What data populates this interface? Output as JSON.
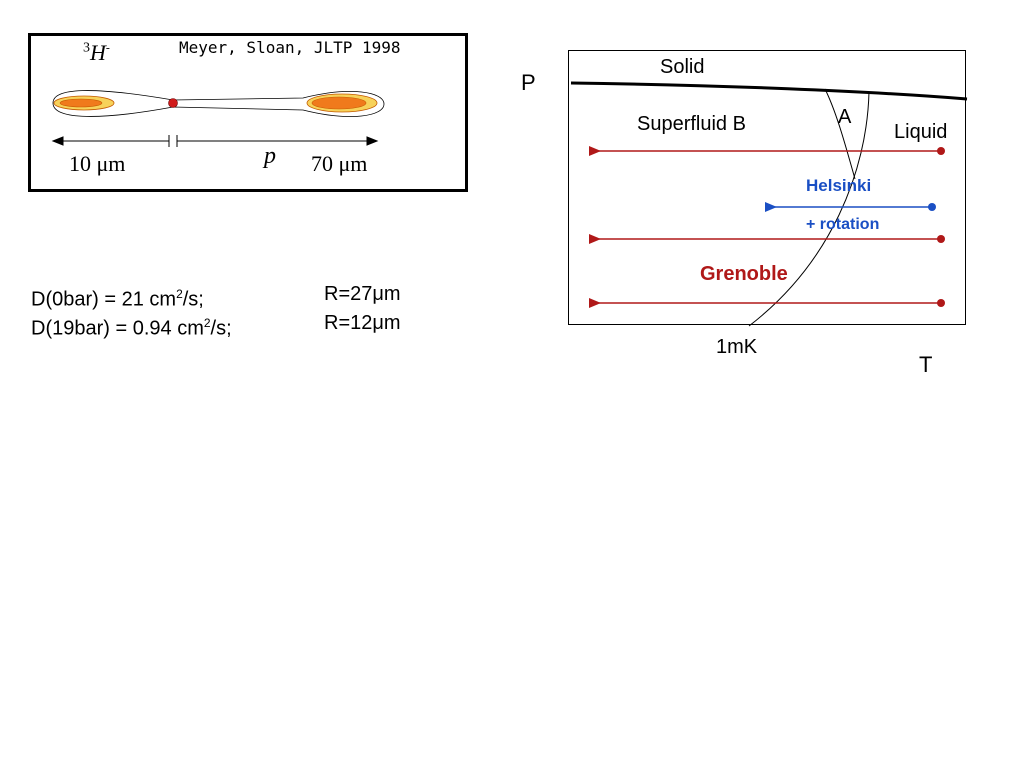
{
  "ion_box": {
    "species_base": "H",
    "species_mass": "3",
    "species_charge": "-",
    "reference": "Meyer, Sloan, JLTP 1998",
    "dim_left": "10 μm",
    "dim_right": "70 μm",
    "dim_symbol": "p"
  },
  "diffusion": {
    "row1_d_pre": "D(0bar) = 21 cm",
    "row1_d_sup": "2",
    "row1_d_post": "/s;",
    "row1_r": "R=27μm",
    "row2_d_pre": "D(19bar) = 0.94 cm",
    "row2_d_sup": "2",
    "row2_d_post": "/s;",
    "row2_r": "R=12μm"
  },
  "phase_diagram": {
    "p_label": "P",
    "t_label": "T",
    "solid": "Solid",
    "superfluid_b": "Superfluid B",
    "a_phase": "A",
    "liquid": "Liquid",
    "helsinki": "Helsinki",
    "rotation": "+ rotation",
    "grenoble": "Grenoble",
    "temp_mark": "1mK"
  },
  "colors": {
    "grenoble_red": "#b01818",
    "helsinki_blue": "#1a4fc4",
    "bubble_orange": "#f07a1c",
    "bubble_yellow": "#f7d25a"
  }
}
